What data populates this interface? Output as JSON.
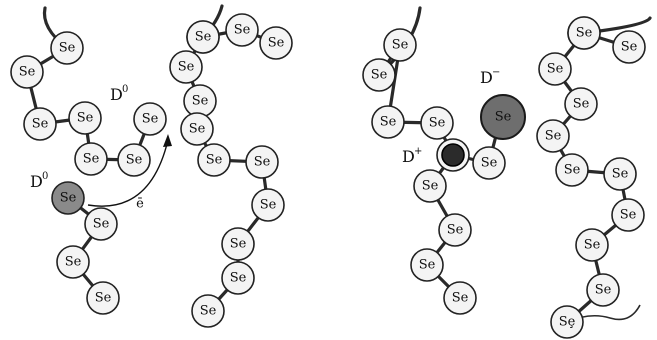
{
  "atom_symbol": "Se",
  "left_panel": {
    "defects": [
      {
        "id": "d0-upper",
        "symbol": "D",
        "sup": "0"
      },
      {
        "id": "d0-lower",
        "symbol": "D",
        "sup": "0"
      }
    ],
    "electron_label": "ē"
  },
  "right_panel": {
    "defects": [
      {
        "id": "d-minus",
        "symbol": "D",
        "sup": "−"
      },
      {
        "id": "d-plus",
        "symbol": "D",
        "sup": "+"
      }
    ],
    "truncated_atom_label": "Sȩ"
  }
}
